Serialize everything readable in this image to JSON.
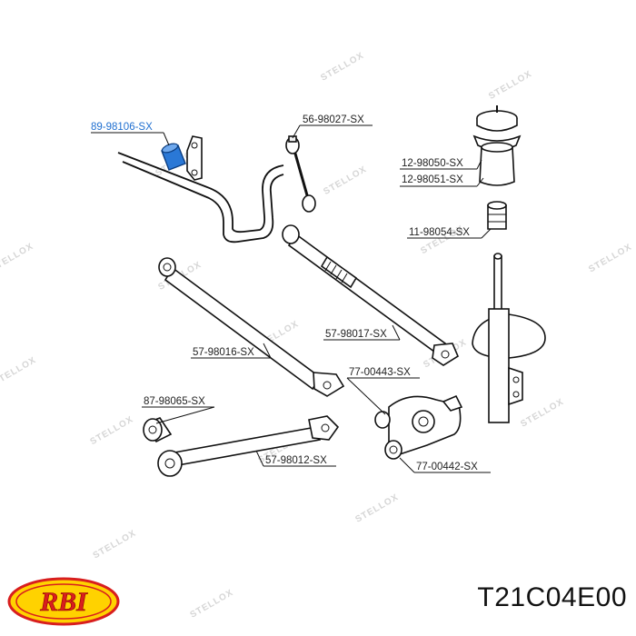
{
  "labels": {
    "stabilizer_bushing": "89-98106-SX",
    "stabilizer_link": "56-98027-SX",
    "strut_mount": "12-98050-SX",
    "strut_bearing": "12-98051-SX",
    "bump_stop": "11-98054-SX",
    "control_arm_long": "57-98016-SX",
    "control_arm_adjustable": "57-98017-SX",
    "arm_bushing": "87-98065-SX",
    "knuckle_bushing_upper": "77-00443-SX",
    "knuckle_bushing_lower": "77-00442-SX",
    "trailing_arm": "57-98012-SX"
  },
  "watermark_text": "STELLOX",
  "brand_logo_text": "RBI",
  "part_number": "T21C04E00",
  "colors": {
    "highlight_part": "#2a78d6",
    "highlight_label": "#1f6fd0",
    "logo_red": "#d81e1e",
    "logo_yellow": "#ffd200"
  }
}
